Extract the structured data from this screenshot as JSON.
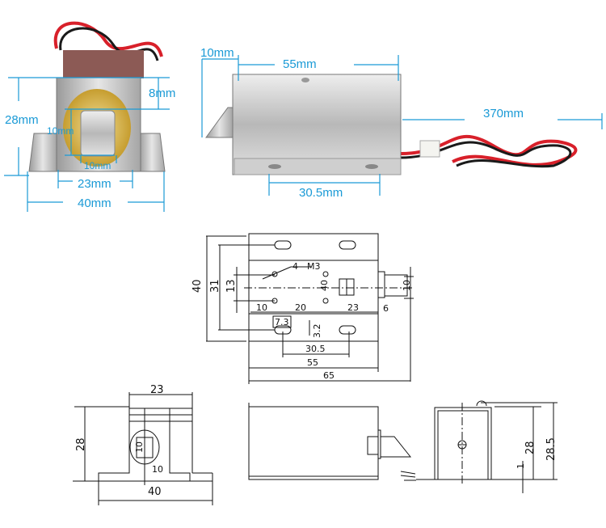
{
  "photo_front": {
    "dims": {
      "height": "28mm",
      "top_offset": "8mm",
      "bolt_height": "10mm",
      "bolt_width": "10mm",
      "body_width": "23mm",
      "base_width": "40mm"
    }
  },
  "photo_side": {
    "dims": {
      "height_offset": "10mm",
      "body_length": "55mm",
      "wire_length": "370mm",
      "hole_spacing": "30.5mm"
    }
  },
  "drawing_top": {
    "dims": {
      "total_height": "40",
      "hole_span": "31",
      "inner_span": "13",
      "callout": "4—M3",
      "center_spacing": "40",
      "left_offset": "10",
      "mid_spacing": "20",
      "right_offset": "23",
      "bolt_ext": "6",
      "bolt_size": "10",
      "slot_width": "7.3",
      "slot_height": "3.2",
      "slot_spacing": "30.5",
      "body_length": "55",
      "total_length": "65"
    }
  },
  "drawing_front": {
    "dims": {
      "body_width": "23",
      "height": "28",
      "bolt_height": "10",
      "bolt_width": "10",
      "base_width": "40"
    }
  },
  "drawing_end": {
    "dims": {
      "plate": "1",
      "height": "28",
      "total_height": "28.5"
    }
  },
  "colors": {
    "annotation": "#1a9ad6",
    "wire_red": "#d8202a",
    "wire_black": "#1a1a1a",
    "metal": "#c9c9c9",
    "brass": "#d9b84a"
  }
}
